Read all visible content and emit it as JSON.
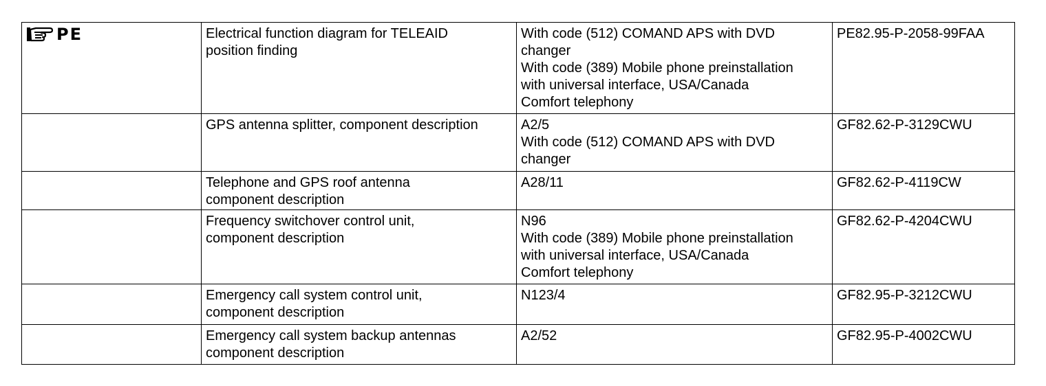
{
  "document_type_label": "PE",
  "icon": "pointing-hand-icon",
  "rows": [
    {
      "description": [
        "Electrical function diagram for TELEAID",
        "position finding"
      ],
      "conditions": [
        "With code (512) COMAND APS with DVD",
        "changer",
        "With code (389) Mobile phone preinstallation",
        "with universal interface, USA/Canada",
        "Comfort telephony"
      ],
      "reference": "PE82.95-P-2058-99FAA"
    },
    {
      "description": [
        "GPS antenna splitter, component description"
      ],
      "conditions": [
        "A2/5",
        "With code (512) COMAND APS with DVD",
        "changer"
      ],
      "reference": "GF82.62-P-3129CWU"
    },
    {
      "description": [
        "Telephone and GPS roof antenna",
        "component description"
      ],
      "conditions": [
        "A28/11"
      ],
      "reference": "GF82.62-P-4119CW"
    },
    {
      "description": [
        "Frequency switchover control unit,",
        "component description"
      ],
      "conditions": [
        "N96",
        "With code (389) Mobile phone preinstallation",
        "with universal interface, USA/Canada",
        "Comfort telephony"
      ],
      "reference": "GF82.62-P-4204CWU"
    },
    {
      "description": [
        "Emergency call system control unit,",
        "component description"
      ],
      "conditions": [
        "N123/4"
      ],
      "reference": "GF82.95-P-3212CWU"
    },
    {
      "description": [
        "Emergency call system backup antennas",
        "component description"
      ],
      "conditions": [
        "A2/52"
      ],
      "reference": "GF82.95-P-4002CWU"
    }
  ]
}
